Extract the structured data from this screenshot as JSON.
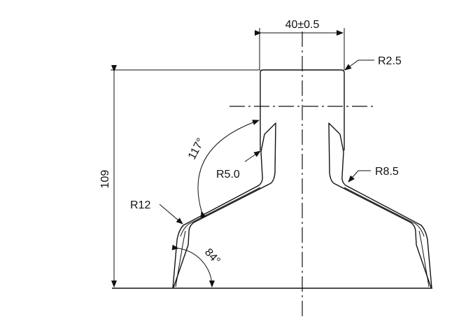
{
  "dimensions": {
    "width": "40±0.5",
    "height": "109",
    "top_radius": "R2.5",
    "left_shoulder_radius": "R12",
    "inner_lip_radius": "R5.0",
    "right_neck_radius": "R8.5",
    "upper_angle": "117°",
    "base_angle": "84°"
  }
}
